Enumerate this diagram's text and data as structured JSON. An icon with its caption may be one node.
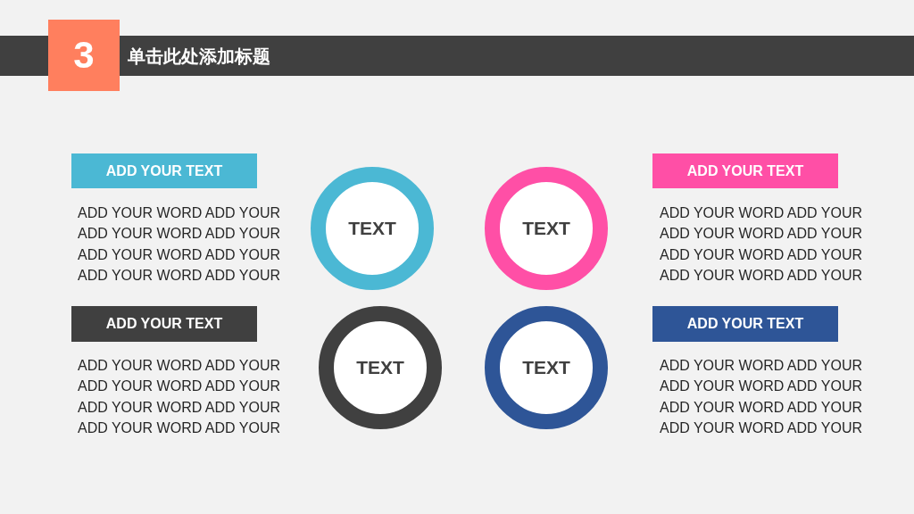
{
  "diagram": {
    "title": "单击此处添加标题",
    "nodes": [
      {
        "text": [
          "3"
        ]
      },
      {
        "text": [
          "ADD YOUR TEXT"
        ]
      },
      {
        "text": [
          "TEXT"
        ]
      },
      {
        "text": [
          "TEXT"
        ]
      },
      {
        "text": [
          "ADD YOUR TEXT"
        ]
      },
      {
        "text": [
          "ADD YOUR TEXT"
        ]
      },
      {
        "text": [
          "TEXT"
        ]
      },
      {
        "text": [
          "TEXT"
        ]
      },
      {
        "text": [
          "ADD YOUR TEXT"
        ]
      }
    ],
    "labels": [
      "ADD YOUR WORD ADD YOUR ADD YOUR WORD ADD YOUR ADD YOUR WORD ADD YOUR ADD YOUR WORD ADD YOUR",
      "ADD YOUR WORD ADD YOUR ADD YOUR WORD ADD YOUR ADD YOUR WORD ADD YOUR ADD YOUR WORD ADD YOUR",
      "ADD YOUR WORD ADD YOUR ADD YOUR WORD ADD YOUR ADD YOUR WORD ADD YOUR ADD YOUR WORD ADD YOUR",
      "ADD YOUR WORD ADD YOUR ADD YOUR WORD ADD YOUR ADD YOUR WORD ADD YOUR ADD YOUR WORD ADD YOUR"
    ]
  }
}
